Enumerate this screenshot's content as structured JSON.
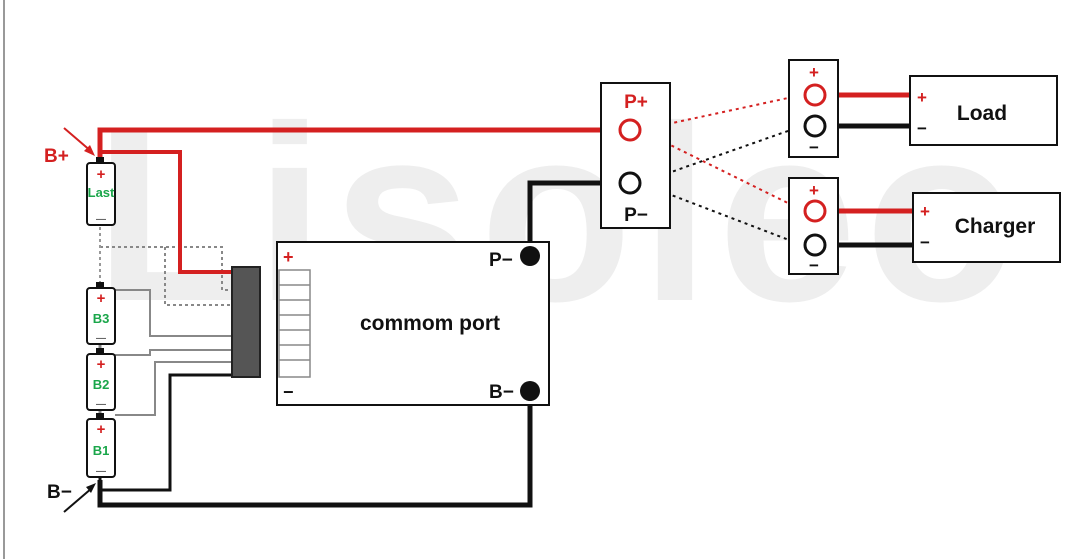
{
  "colors": {
    "positive_wire": "#d42020",
    "negative_wire": "#111111",
    "balance_wire": "#888888",
    "cell_label": "#1aa64a"
  },
  "watermark": "Lisoleo",
  "battery": {
    "b_plus_label": "B+",
    "b_minus_label": "B−",
    "cells": [
      {
        "label": "Last"
      },
      {
        "label": "B3"
      },
      {
        "label": "B2"
      },
      {
        "label": "B1"
      }
    ],
    "cell_plus_symbol": "+",
    "cell_minus_symbol": "—"
  },
  "bms": {
    "title": "commom port",
    "plus_symbol": "+",
    "minus_symbol": "−",
    "p_minus_label": "P−",
    "b_minus_label": "B−"
  },
  "output_terminal": {
    "p_plus_label": "P+",
    "p_minus_label": "P−"
  },
  "load_connector": {
    "plus_symbol": "+",
    "minus_symbol": "−"
  },
  "charger_connector": {
    "plus_symbol": "+",
    "minus_symbol": "−"
  },
  "load": {
    "label": "Load",
    "plus_symbol": "+",
    "minus_symbol": "−"
  },
  "charger": {
    "label": "Charger",
    "plus_symbol": "+",
    "minus_symbol": "−"
  }
}
